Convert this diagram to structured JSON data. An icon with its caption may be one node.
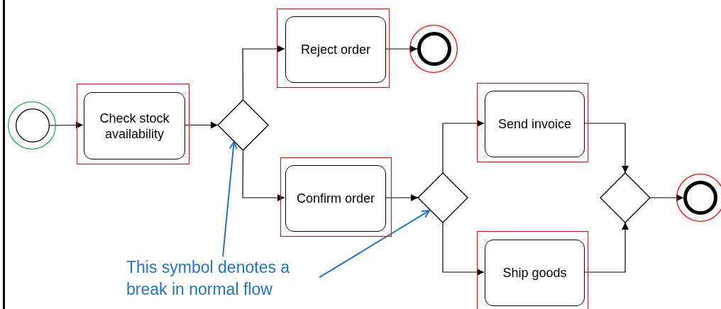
{
  "diagram": {
    "nodes": [
      {
        "text": [],
        "shape": "circle"
      },
      {
        "text": [],
        "shape": "circle",
        "in": 0
      },
      {
        "text": [],
        "shape": "box"
      },
      {
        "text": [
          "Check stock availability"
        ],
        "in": 2
      },
      {
        "text": [],
        "shape": "diamond"
      },
      {
        "text": [],
        "shape": "box"
      },
      {
        "text": [
          "Reject order"
        ],
        "in": 5
      },
      {
        "text": [],
        "shape": "circle"
      },
      {
        "text": [],
        "shape": "circle",
        "in": 7
      },
      {
        "text": [],
        "shape": "box"
      },
      {
        "text": [
          "Confirm order"
        ],
        "in": 9
      },
      {
        "text": [],
        "shape": "diamond"
      },
      {
        "text": [],
        "shape": "box"
      },
      {
        "text": [
          "Send invoice"
        ],
        "in": 12
      },
      {
        "text": [],
        "shape": "box"
      },
      {
        "text": [
          "Ship goods"
        ],
        "in": 14
      },
      {
        "text": [],
        "shape": "diamond"
      },
      {
        "text": [],
        "shape": "circle"
      },
      {
        "text": [],
        "shape": "circle",
        "in": 17
      },
      {
        "text": [
          "This symbol denotes a break in normal flow"
        ]
      }
    ],
    "edges": [
      {
        "from": 1,
        "to": 3,
        "arrow": "to"
      },
      {
        "from": 3,
        "to": 4,
        "arrow": "to"
      },
      {
        "from": 4,
        "to": 6,
        "arrow": "to"
      },
      {
        "from": 6,
        "to": 8,
        "arrow": "to"
      },
      {
        "from": 4,
        "to": 10,
        "arrow": "to"
      },
      {
        "from": 10,
        "to": 11,
        "arrow": "to"
      },
      {
        "from": 11,
        "to": 13,
        "arrow": "to"
      },
      {
        "from": 11,
        "to": 15,
        "arrow": "to"
      },
      {
        "from": 13,
        "to": 16,
        "arrow": "to"
      },
      {
        "from": 15,
        "to": 16,
        "arrow": "to"
      },
      {
        "from": 16,
        "to": 18,
        "arrow": "to"
      },
      {
        "from": 19,
        "to": 4,
        "arrow": "to",
        "color": "#1f74c4"
      },
      {
        "from": 19,
        "to": 11,
        "arrow": "to",
        "color": "#1f74c4"
      }
    ]
  }
}
